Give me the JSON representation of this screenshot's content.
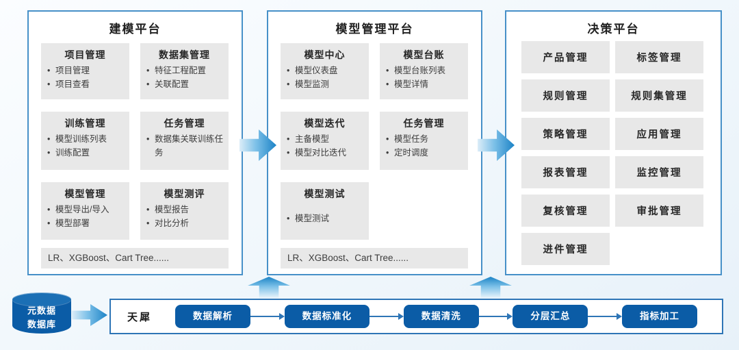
{
  "panels": [
    {
      "title": "建模平台",
      "cards": [
        {
          "title": "项目管理",
          "items": [
            "项目管理",
            "项目查看"
          ]
        },
        {
          "title": "数据集管理",
          "items": [
            "特征工程配置",
            "关联配置"
          ]
        },
        {
          "title": "训练管理",
          "items": [
            "模型训练列表",
            "训练配置"
          ]
        },
        {
          "title": "任务管理",
          "items": [
            "数据集关联训练任务"
          ]
        },
        {
          "title": "模型管理",
          "items": [
            "模型导出/导入",
            "模型部署"
          ]
        },
        {
          "title": "模型测评",
          "items": [
            "模型报告",
            "对比分析"
          ]
        }
      ],
      "footer": "LR、XGBoost、Cart Tree......"
    },
    {
      "title": "模型管理平台",
      "cards": [
        {
          "title": "模型中心",
          "items": [
            "模型仪表盘",
            "模型监测"
          ]
        },
        {
          "title": "模型台账",
          "items": [
            "模型台账列表",
            "模型详情"
          ]
        },
        {
          "title": "模型迭代",
          "items": [
            "主备模型",
            "模型对比迭代"
          ]
        },
        {
          "title": "任务管理",
          "items": [
            "模型任务",
            "定时调度"
          ]
        },
        {
          "title": "模型测试",
          "items": [
            "模型测试"
          ]
        }
      ],
      "footer": "LR、XGBoost、Cart Tree......"
    },
    {
      "title": "决策平台",
      "buttons": [
        "产品管理",
        "标签管理",
        "规则管理",
        "规则集管理",
        "策略管理",
        "应用管理",
        "报表管理",
        "监控管理",
        "复核管理",
        "审批管理",
        "进件管理"
      ]
    }
  ],
  "datasource": {
    "line1": "元数据",
    "line2": "数据库"
  },
  "pipeline": {
    "label": "天犀",
    "steps": [
      "数据解析",
      "数据标准化",
      "数据清洗",
      "分层汇总",
      "指标加工"
    ]
  },
  "colors": {
    "panel_border": "#4690c8",
    "pipeline_border": "#2e75b6",
    "dark_blue": "#0b5ca6",
    "arrow_blue": "#1c83c6",
    "card_gray": "#e8e8e8"
  }
}
